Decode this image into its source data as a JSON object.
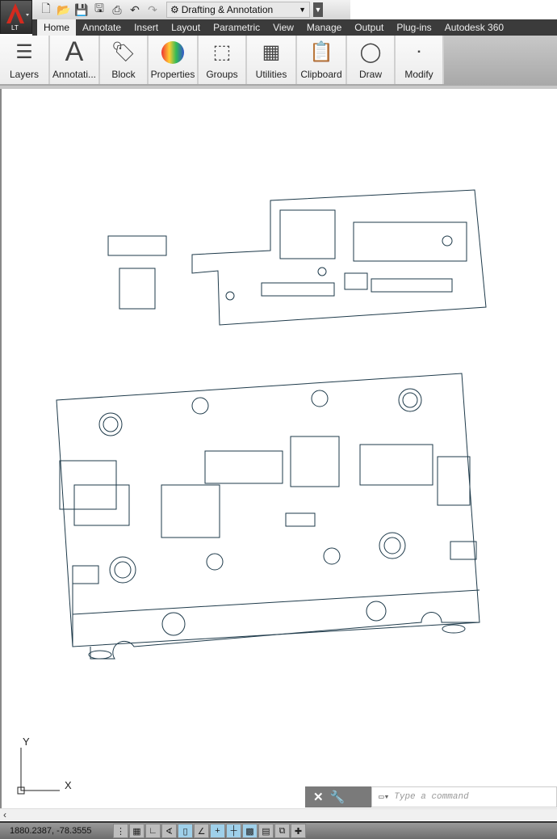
{
  "app": {
    "logo": "A",
    "edition": "LT"
  },
  "quick_access": {
    "icons": [
      "new-icon",
      "open-icon",
      "save-icon",
      "save-as-icon",
      "print-icon",
      "undo-icon",
      "redo-icon"
    ],
    "workspace": "Drafting & Annotation"
  },
  "tabs": [
    "Home",
    "Annotate",
    "Insert",
    "Layout",
    "Parametric",
    "View",
    "Manage",
    "Output",
    "Plug-ins",
    "Autodesk 360"
  ],
  "ribbon": {
    "panels": [
      "Layers",
      "Annotati...",
      "Block",
      "Properties",
      "Groups",
      "Utilities",
      "Clipboard",
      "Draw",
      "Modify"
    ]
  },
  "ucs": {
    "x": "X",
    "y": "Y"
  },
  "command": {
    "placeholder": "Type a command"
  },
  "status": {
    "coordinates": "1880.2387, -78.3555"
  },
  "colors": {
    "logo": "#c8201a",
    "drawing": "#1e3a4a"
  }
}
